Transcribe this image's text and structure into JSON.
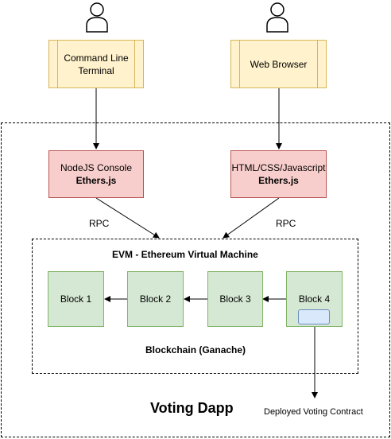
{
  "actors": [
    {
      "icon": "user-icon"
    },
    {
      "icon": "user-icon"
    }
  ],
  "clients": {
    "terminal": "Command Line Terminal",
    "browser": "Web Browser"
  },
  "libraries": {
    "node": {
      "line1": "NodeJS Console",
      "line2": "Ethers.js"
    },
    "web": {
      "line1": "HTML/CSS/Javascript",
      "line2": "Ethers.js"
    }
  },
  "rpc_left": "RPC",
  "rpc_right": "RPC",
  "evm": {
    "title": "EVM - Ethereum Virtual Machine",
    "caption": "Blockchain (Ganache)",
    "blocks": [
      "Block 1",
      "Block 2",
      "Block 3",
      "Block 4"
    ]
  },
  "dapp_title": "Voting Dapp",
  "contract_label": "Deployed Voting Contract",
  "colors": {
    "client_fill": "#fff2cc",
    "client_border": "#d6b656",
    "library_fill": "#f8cecc",
    "library_border": "#b85450",
    "block_fill": "#d5e8d4",
    "block_border": "#82b366",
    "contract_fill": "#dae8fc",
    "contract_border": "#6c8ebf"
  }
}
